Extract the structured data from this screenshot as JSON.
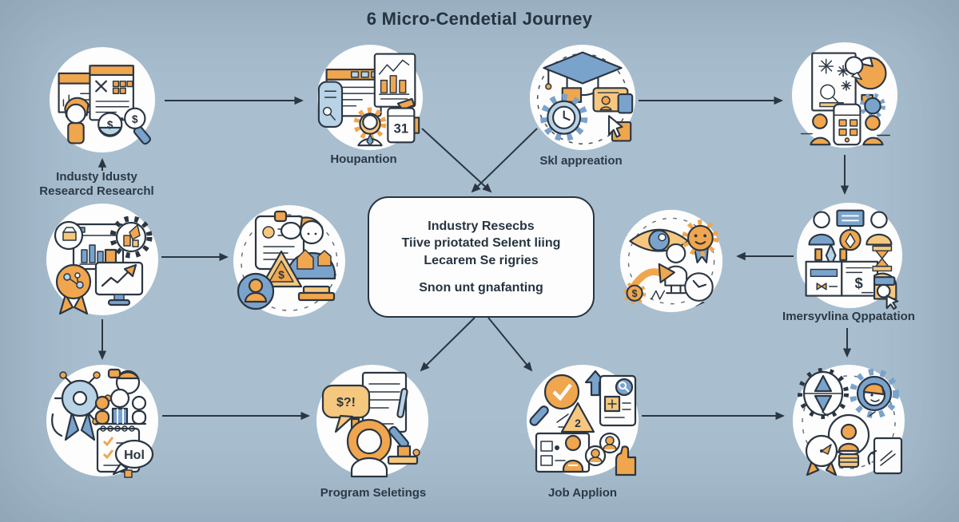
{
  "title": "6 Micro-Cendetial Journey",
  "colors": {
    "background": "#a9bfd0",
    "outline": "#2b3642",
    "orange": "#f0a64e",
    "orange_light": "#f6c77e",
    "blue": "#7aa3cc",
    "blue_light": "#b9d3e6",
    "node_fill": "#fdfdfe",
    "text": "#2c3946"
  },
  "center_box": {
    "line1": "Industry Resecbs",
    "line2": "Tiive priotated Selent liing",
    "line3": "Lecarem Se rigries",
    "line4": "Snon unt gnafanting"
  },
  "nodes": {
    "industry_research": {
      "icon": "documents-person-coin-magnifier",
      "label_line1": "Industy Idusty",
      "label_line2": "Researcd Researchl",
      "coin_text": "$",
      "magnifier_text": "$"
    },
    "houpantion": {
      "icon": "browser-chart-person-calendar",
      "label": "Houpantion",
      "calendar_text": "31"
    },
    "skl_appreation": {
      "icon": "graduation-cap-gear-clock-laptop-cursor",
      "label": "Skl appreation"
    },
    "networking": {
      "icon": "snowflake-document-head-gear-phone-people"
    },
    "market_analytics": {
      "icon": "window-chart-gear-monitor-award"
    },
    "advisor_consult": {
      "icon": "clipboard-advisor-warning-avatar-houses",
      "triangle_text": "$"
    },
    "evaluation": {
      "icon": "eye-sun-badge-person-arrow-clock",
      "gear_text": "$"
    },
    "immersive_preparation": {
      "icon": "meeting-book-hourglass-graduate-cursor",
      "label": "Imersyvlina Qppatation",
      "book_text": "$"
    },
    "community_review": {
      "icon": "network-badge-people-checklist-speech",
      "speech_text": "Hol"
    },
    "program_seletings": {
      "icon": "speech-bubble-document-woman-microscope",
      "label": "Program Seletings",
      "speech_text": "$?!"
    },
    "job_applion": {
      "icon": "magnifier-check-arrow-warning-idcard-hand",
      "label": "Job Applion",
      "triangle_text": "2"
    },
    "growth_ideas": {
      "icon": "gears-face-lightbulb-clock-document"
    }
  }
}
